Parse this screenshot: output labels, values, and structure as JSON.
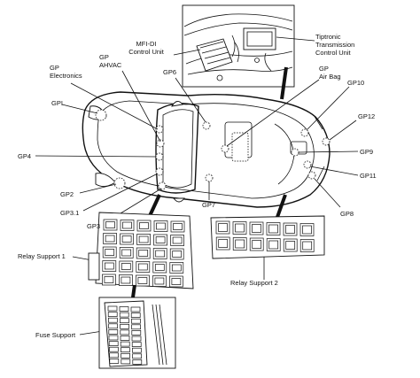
{
  "labels": {
    "mfi_di": [
      "MFI-DI",
      "Control Unit"
    ],
    "tiptronic": [
      "Tiptronic",
      "Transmission",
      "Control Unit"
    ],
    "gp_electronics": [
      "GP",
      "Electronics"
    ],
    "gp_ahvac": [
      "GP",
      "AHVAC"
    ],
    "gp6": "GP6",
    "gp_airbag": [
      "GP",
      "Air Bag"
    ],
    "gp10": "GP10",
    "gpi": "GPI",
    "gp12": "GP12",
    "gp4": "GP4",
    "gp9": "GP9",
    "gp11": "GP11",
    "gp2": "GP2",
    "gp3_1": "GP3.1",
    "gp3": "GP3",
    "gp7": "GP7",
    "gp8": "GP8",
    "relay_support_1": "Relay Support 1",
    "relay_support_2": "Relay Support 2",
    "fuse_support": "Fuse Support"
  },
  "icons": {
    "ground_point": "dashed-circle",
    "relay_module": "square-relay",
    "fuse_module": "fuse-strip"
  }
}
